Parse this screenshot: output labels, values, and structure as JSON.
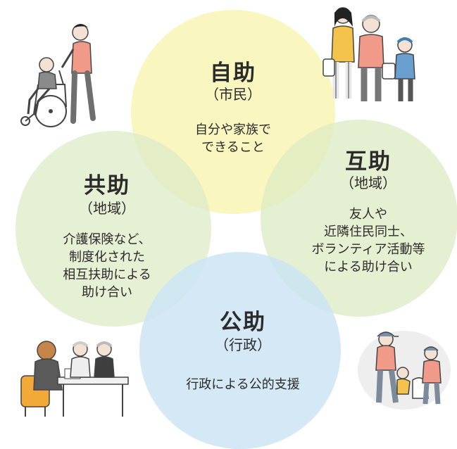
{
  "circles": {
    "self": {
      "title": "自助",
      "sub": "（市民）",
      "desc": [
        "自分や家族で",
        "できること"
      ],
      "color": "#f6f3a8"
    },
    "mutual": {
      "title": "互助",
      "sub": "（地域）",
      "desc": [
        "友人や",
        "近隣住民同士、",
        "ボランティア活動等",
        "による助け合い"
      ],
      "color": "#ddecc4"
    },
    "co": {
      "title": "共助",
      "sub": "（地域）",
      "desc": [
        "介護保険など、",
        "制度化された",
        "相互扶助による",
        "助け合い"
      ],
      "color": "#deecc8"
    },
    "public": {
      "title": "公助",
      "sub": "（行政）",
      "desc": [
        "行政による公的支援"
      ],
      "color": "#cce4f4"
    }
  },
  "illustrations": {
    "top_left": "wheelchair-caregiver-illustration",
    "top_right": "family-shopping-illustration",
    "bottom_left": "consultation-desk-illustration",
    "bottom_right": "volunteer-cleanup-illustration"
  }
}
